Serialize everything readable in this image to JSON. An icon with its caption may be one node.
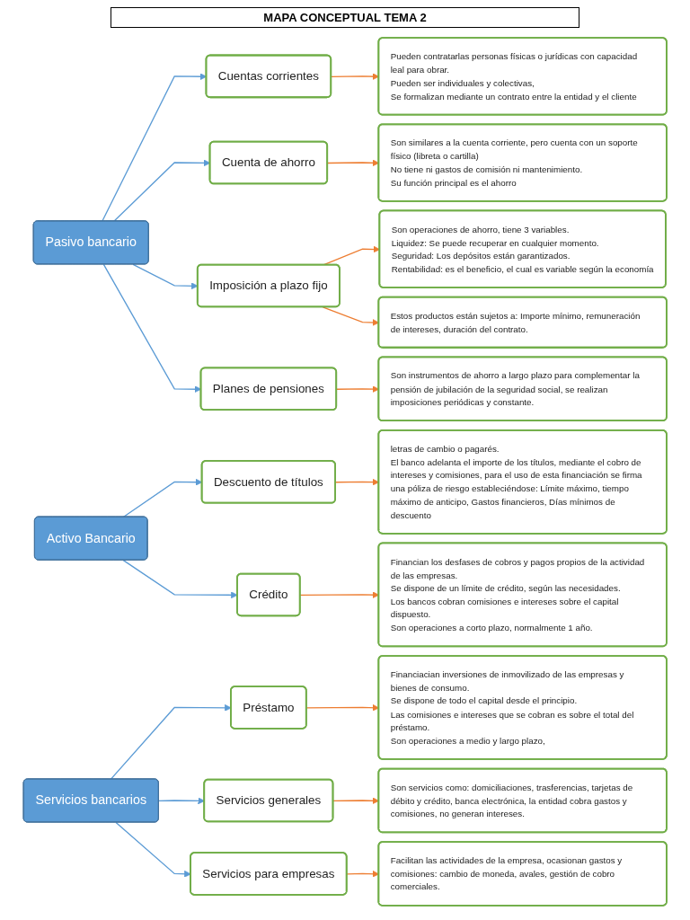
{
  "diagram": {
    "title": "MAPA CONCEPTUAL TEMA 2",
    "nodes": [
      {
        "text": [
          "Pasivo bancario"
        ]
      },
      {
        "text": [
          "Cuentas corrientes"
        ]
      },
      {
        "text": [
          "Pueden contratarlas personas físicas o jurídicas con capacidad leal para obrar.",
          "Pueden ser individuales y colectivas,",
          "Se formalizan mediante un contrato entre la entidad y el cliente"
        ]
      },
      {
        "text": [
          "Cuenta de ahorro"
        ]
      },
      {
        "text": [
          "Son similares a la cuenta corriente, pero cuenta con un soporte físico (libreta o cartilla)",
          "No tiene ni gastos de comisión ni mantenimiento.",
          "Su función principal es el ahorro"
        ]
      },
      {
        "text": [
          "Imposición a plazo fijo"
        ]
      },
      {
        "text": [
          "Son operaciones de ahorro, tiene 3 variables.",
          "Liquidez:  Se puede recuperar en cualquier momento.",
          "Seguridad: Los depósitos están garantizados.",
          "Rentabilidad: es el beneficio, el cual es variable según la economía"
        ]
      },
      {
        "text": [
          "Estos productos están sujetos a: Importe mínimo, remuneración de intereses, duración del contrato."
        ]
      },
      {
        "text": [
          "Planes de pensiones"
        ]
      },
      {
        "text": [
          "Son instrumentos de ahorro a largo plazo para complementar la pensión de jubilación de la seguridad social, se realizan imposiciones periódicas y constante."
        ]
      },
      {
        "text": [
          "Activo Bancario"
        ]
      },
      {
        "text": [
          "Descuento de títulos"
        ]
      },
      {
        "text": [
          "letras de cambio o pagarés.",
          "El banco adelanta el importe de los títulos, mediante el cobro de intereses y comisiones, para el uso de esta financiación se firma una póliza de riesgo estableciéndose: Límite máximo, tiempo máximo de anticipo, Gastos financieros, Días mínimos de descuento"
        ]
      },
      {
        "text": [
          "Crédito"
        ]
      },
      {
        "text": [
          "Financian los desfases de cobros y pagos propios de la actividad de las empresas.",
          "Se dispone de un límite de crédito, según las necesidades.",
          "Los bancos cobran comisiones e intereses sobre el capital dispuesto.",
          "Son operaciones a corto plazo, normalmente 1 año."
        ]
      },
      {
        "text": [
          "Servicios bancarios"
        ]
      },
      {
        "text": [
          "Préstamo"
        ]
      },
      {
        "text": [
          "Financiacian inversiones de inmovilizado de las empresas y bienes de consumo.",
          "Se dispone de todo el capital desde el principio.",
          "Las comisiones e intereses que se cobran es sobre el total del préstamo.",
          "Son operaciones a medio y largo plazo,"
        ]
      },
      {
        "text": [
          "Servicios generales"
        ]
      },
      {
        "text": [
          "Son servicios como: domiciliaciones, trasferencias, tarjetas de débito y crédito, banca electrónica, la entidad cobra gastos y comisiones, no generan intereses."
        ]
      },
      {
        "text": [
          "Servicios para empresas"
        ]
      },
      {
        "text": [
          "Facilitan las actividades de la empresa, ocasionan gastos y comisiones: cambio de moneda, avales, gestión de cobro comerciales."
        ]
      }
    ],
    "edges": [
      {
        "from": 0,
        "to": 1,
        "arrow": "to",
        "color": "#5b9bd5"
      },
      {
        "from": 1,
        "to": 2,
        "arrow": "to"
      },
      {
        "from": 0,
        "to": 3,
        "arrow": "to",
        "color": "#5b9bd5"
      },
      {
        "from": 3,
        "to": 4,
        "arrow": "to"
      },
      {
        "from": 0,
        "to": 5,
        "arrow": "to",
        "color": "#5b9bd5"
      },
      {
        "from": 5,
        "to": 6,
        "arrow": "to"
      },
      {
        "from": 5,
        "to": 7,
        "arrow": "to"
      },
      {
        "from": 0,
        "to": 8,
        "arrow": "to",
        "color": "#5b9bd5"
      },
      {
        "from": 8,
        "to": 9,
        "arrow": "to"
      },
      {
        "from": 10,
        "to": 11,
        "arrow": "to",
        "color": "#5b9bd5"
      },
      {
        "from": 11,
        "to": 12,
        "arrow": "to"
      },
      {
        "from": 10,
        "to": 13,
        "arrow": "to",
        "color": "#5b9bd5"
      },
      {
        "from": 13,
        "to": 14,
        "arrow": "to"
      },
      {
        "from": 15,
        "to": 16,
        "arrow": "to",
        "color": "#5b9bd5"
      },
      {
        "from": 16,
        "to": 17,
        "arrow": "to"
      },
      {
        "from": 15,
        "to": 18,
        "arrow": "to",
        "color": "#5b9bd5"
      },
      {
        "from": 18,
        "to": 19,
        "arrow": "to"
      },
      {
        "from": 15,
        "to": 20,
        "arrow": "to",
        "color": "#5b9bd5"
      },
      {
        "from": 20,
        "to": 21,
        "arrow": "to"
      }
    ]
  }
}
